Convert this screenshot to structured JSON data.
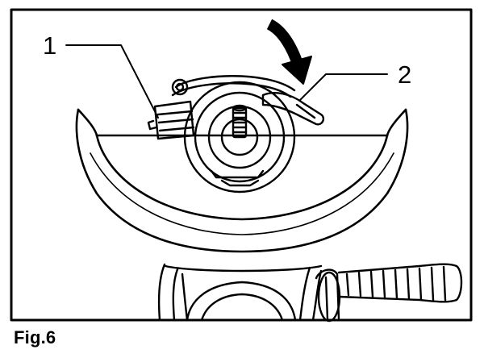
{
  "figure": {
    "caption": "Fig.6",
    "callouts": [
      {
        "label": "1"
      },
      {
        "label": "2"
      }
    ]
  },
  "colors": {
    "line": "#000000",
    "background": "#ffffff"
  },
  "icons": [
    "down-arrow-icon"
  ]
}
